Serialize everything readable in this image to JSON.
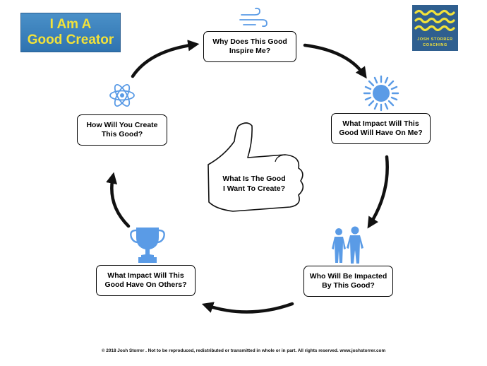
{
  "title": {
    "line1": "I Am A",
    "line2": "Good Creator"
  },
  "logo": {
    "line1": "JOSH STORRER",
    "line2": "COACHING"
  },
  "center": {
    "line1": "What Is The Good",
    "line2": "I Want To Create?"
  },
  "nodes": [
    {
      "line1": "Why Does This Good",
      "line2": "Inspire Me?",
      "icon": "wind-icon"
    },
    {
      "line1": "What Impact Will This",
      "line2": "Good Will Have On Me?",
      "icon": "sun-icon"
    },
    {
      "line1": "Who Will Be Impacted",
      "line2": "By This Good?",
      "icon": "people-icon"
    },
    {
      "line1": "What Impact Will This",
      "line2": "Good Have On Others?",
      "icon": "trophy-icon"
    },
    {
      "line1": "How Will You Create",
      "line2": "This Good?",
      "icon": "atom-icon"
    }
  ],
  "footer": "© 2018 Josh Storrer .  Not to be reproduced, redistributed or transmitted in whole or in part. All rights reserved.   www.joshstorrer.com",
  "colors": {
    "icon_blue": "#5a9be6",
    "badge_blue": "#3a80bd",
    "badge_text": "#f2e23a",
    "logo_bg": "#2f5f8f"
  }
}
